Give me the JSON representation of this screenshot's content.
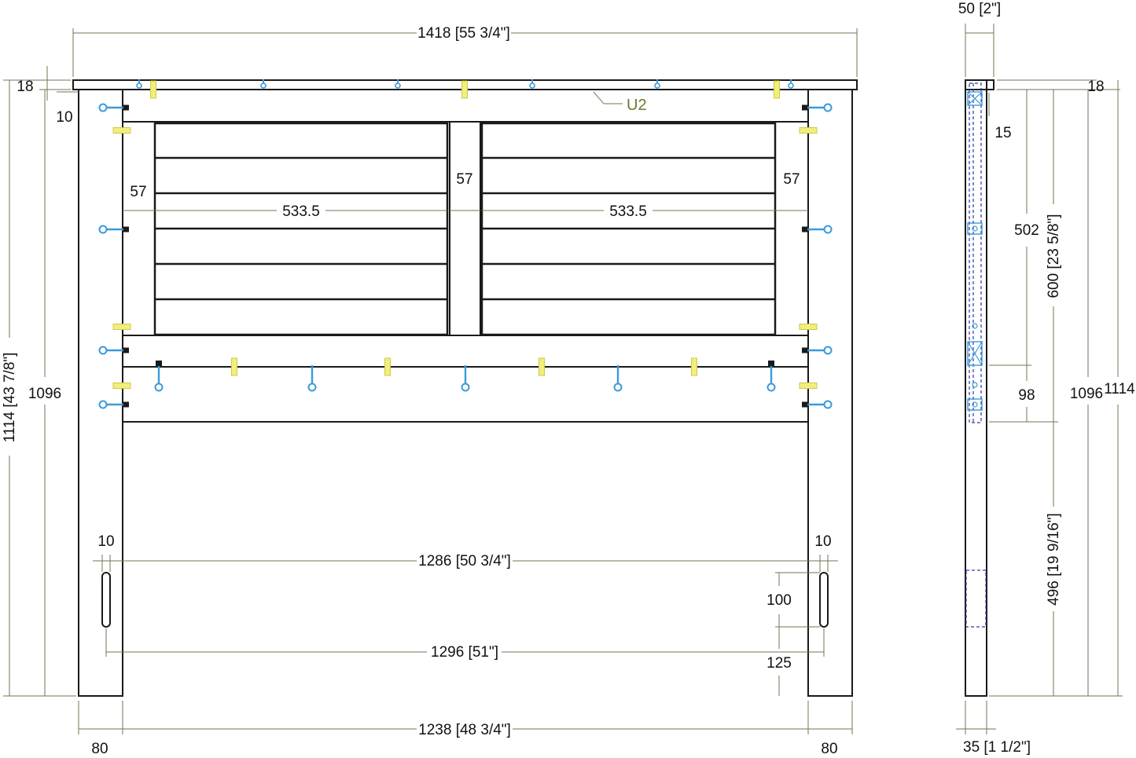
{
  "drawing": {
    "colors": {
      "outline": "#1a1a1a",
      "dimension": "#6b7a52",
      "text": "#111111",
      "part_label": "#6b7a2a",
      "cam_bolt": "#3a9ad9",
      "dowel": "#e8e25a",
      "hidden_line": "#2a3aa8"
    },
    "icons": [
      "cam-bolt-icon",
      "dowel-icon",
      "screw-icon"
    ],
    "part_label": "U2",
    "front": {
      "overall_width": "1418 [55 3/4\"]",
      "top_thickness": "18",
      "top_gap": "10",
      "rail_width_left": "57",
      "rail_width_mid": "57",
      "rail_width_right": "57",
      "panel_width_left": "533.5",
      "panel_width_right": "533.5",
      "overall_height": "1114 [43 7/8\"]",
      "leg_height": "1096",
      "slot_offset_left": "10",
      "slot_offset_right": "10",
      "slot_spacing_inner": "1286 [50 3/4\"]",
      "slot_spacing_outer": "1296 [51\"]",
      "slot_length": "100",
      "slot_bottom": "125",
      "inner_width": "1238 [48 3/4\"]",
      "leg_width_left": "80",
      "leg_width_right": "80"
    },
    "side": {
      "depth": "50 [2\"]",
      "top_thickness": "18",
      "offset_top": "15",
      "panel_height": "502",
      "panel_height_full": "600 [23 5/8\"]",
      "lower_rail": "98",
      "floor_gap": "496 [19 9/16\"]",
      "leg_height": "1096",
      "overall_height": "1114",
      "leg_depth": "35 [1 1/2\"]"
    }
  }
}
